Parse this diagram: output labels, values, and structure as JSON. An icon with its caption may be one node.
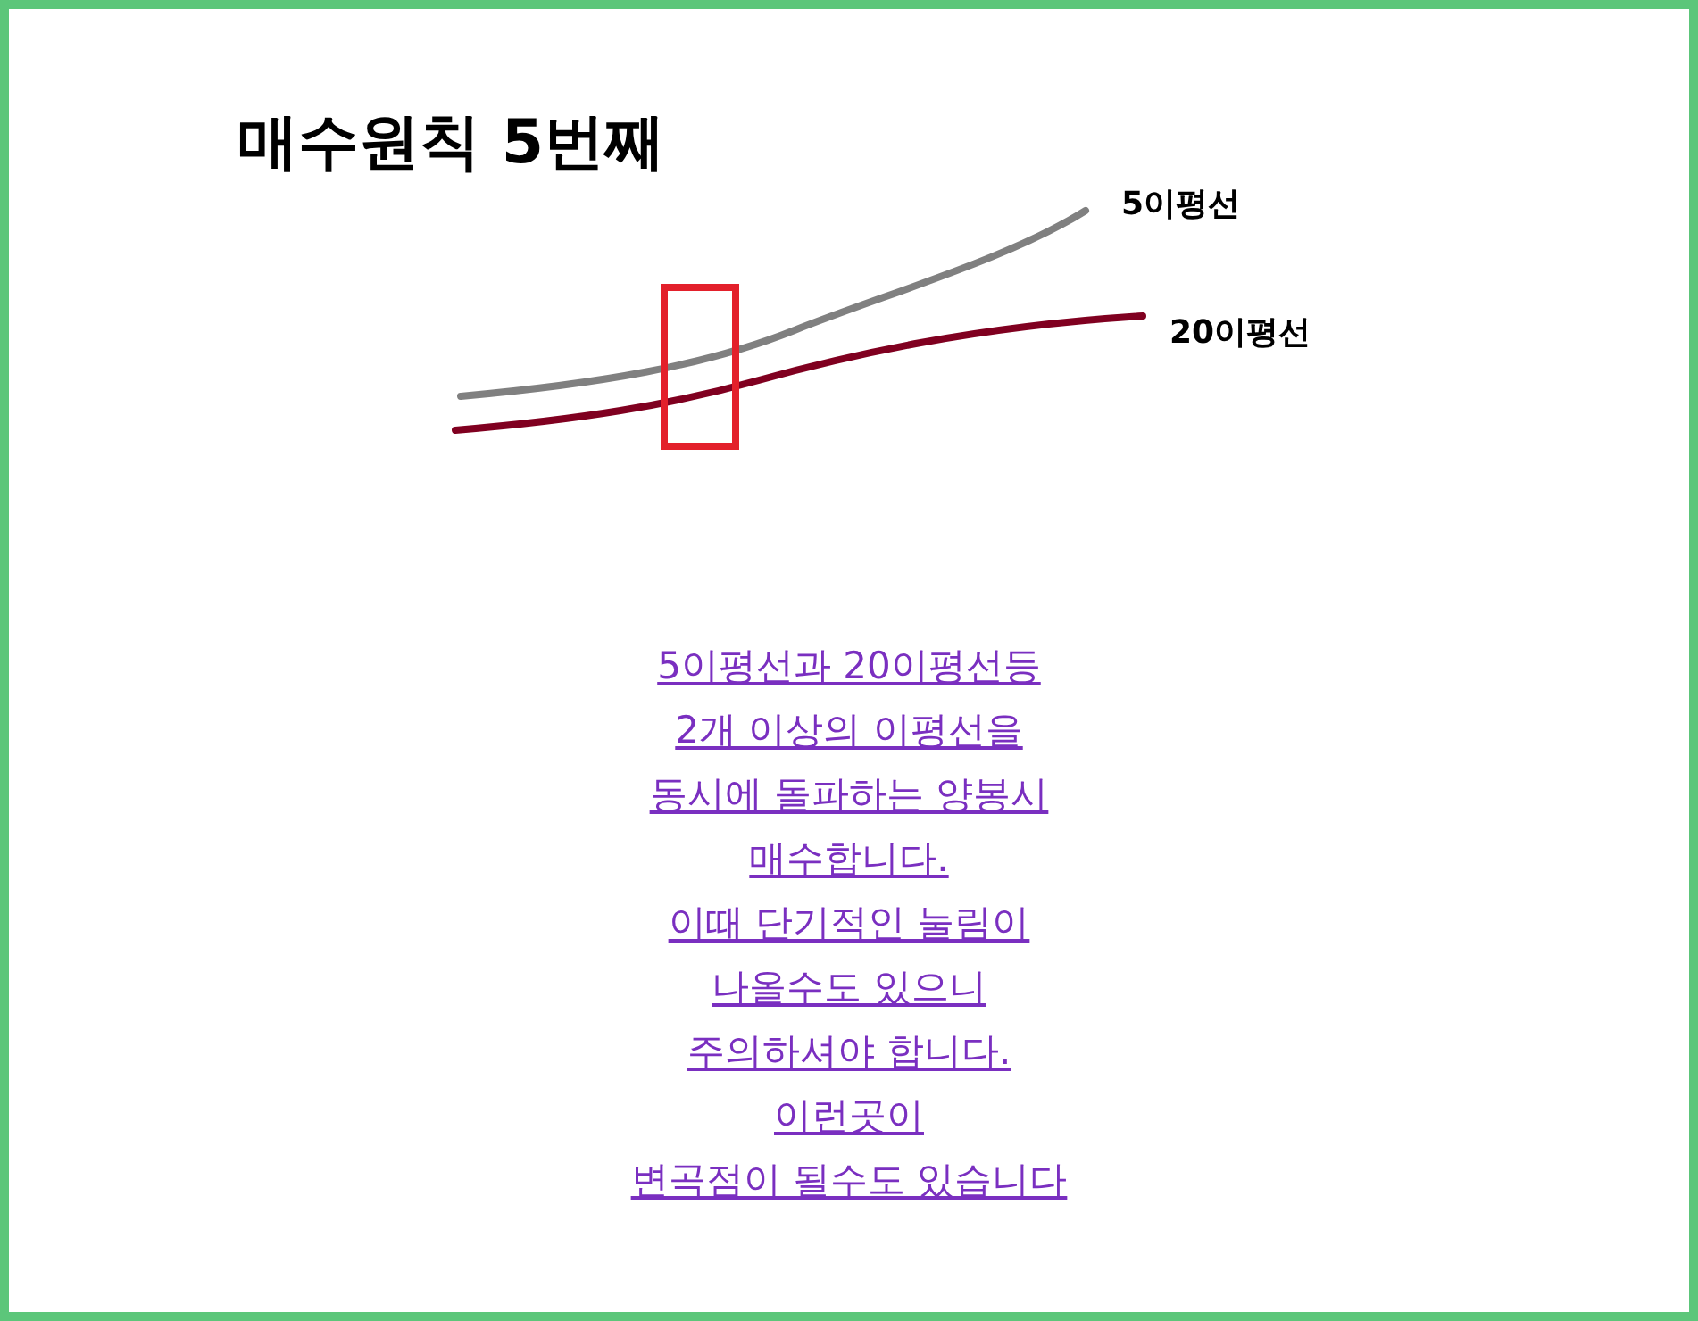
{
  "diagram": {
    "title": "매수원칙 5번째",
    "labels": [
      "5이평선",
      "20이평선",
      "5이평선과 20이평선등",
      "2개 이상의 이평선을",
      "동시에 돌파하는 양봉시",
      "매수합니다.",
      "이때 단기적인 눌림이",
      "나올수도 있으니",
      "주의하셔야 합니다.",
      "이런곳이",
      "변곡점이 될수도 있습니다"
    ]
  }
}
